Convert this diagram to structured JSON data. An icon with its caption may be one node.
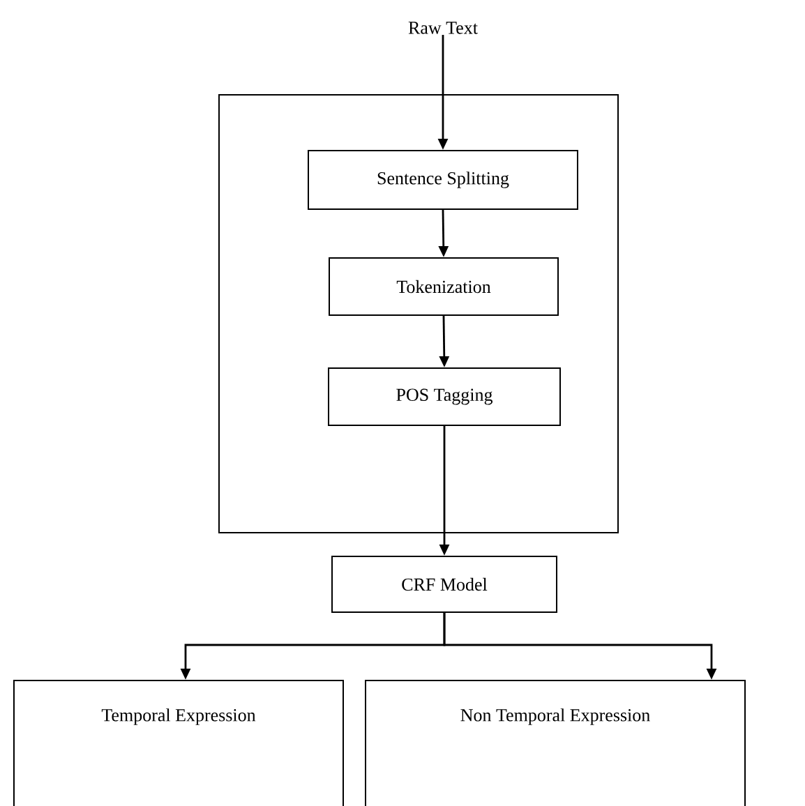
{
  "diagram": {
    "nodes": [
      {
        "text": [
          "Raw Text"
        ]
      },
      {
        "text": [],
        "shape": "box"
      },
      {
        "text": [
          "Sentence Splitting"
        ],
        "in": 1
      },
      {
        "text": [
          "Tokenization"
        ],
        "in": 1
      },
      {
        "text": [
          "POS Tagging"
        ],
        "in": 1
      },
      {
        "text": [
          "CRF Model"
        ]
      },
      {
        "text": [
          "Temporal Expression"
        ]
      },
      {
        "text": [
          "Non Temporal  Expression"
        ]
      }
    ],
    "edges": [
      {
        "from": 0,
        "to": 2,
        "arrow": "to"
      },
      {
        "from": 2,
        "to": 3,
        "arrow": "to"
      },
      {
        "from": 3,
        "to": 4,
        "arrow": "to"
      },
      {
        "from": 4,
        "to": 5,
        "arrow": "to"
      },
      {
        "from": 5,
        "to": 6,
        "arrow": "to"
      },
      {
        "from": 5,
        "to": 7,
        "arrow": "to"
      }
    ]
  }
}
